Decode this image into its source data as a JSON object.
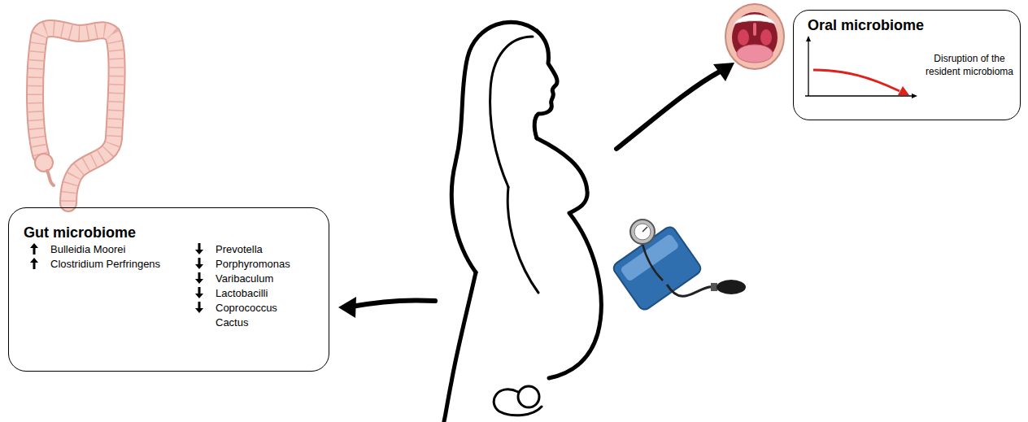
{
  "diagram": {
    "nodes": [
      {
        "text": [
          "Gut microbiome",
          "Bulleidia Moorei",
          "Clostridium Perfringens",
          "Prevotella",
          "Porphyromonas",
          "Varibaculum",
          "Lactobacilli",
          "Coprococcus Cactus"
        ]
      },
      {
        "text": [
          "Oral microbiome",
          "Disruption of the resident microbioma"
        ]
      }
    ]
  }
}
